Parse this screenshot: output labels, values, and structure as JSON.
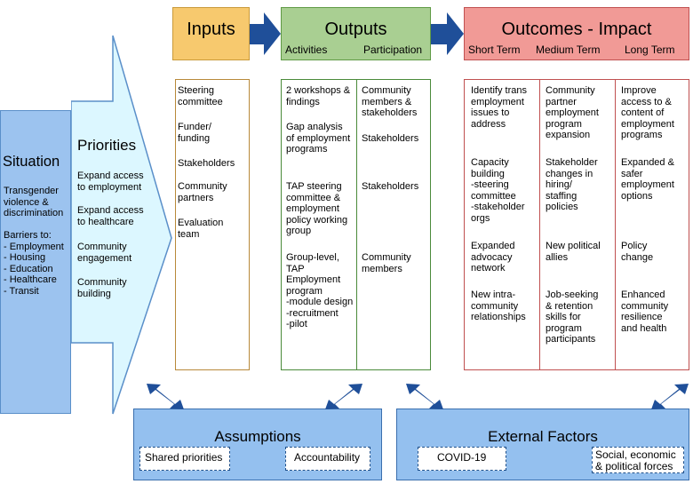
{
  "situation": {
    "title": "Situation",
    "text": "Transgender\nviolence &\ndiscrimination\n\nBarriers to:\n- Employment\n- Housing\n- Education\n- Healthcare\n- Transit"
  },
  "priorities": {
    "title": "Priorities",
    "items": [
      "Expand access\nto employment",
      "Expand access\nto healthcare",
      "Community\nengagement",
      "Community\nbuilding"
    ]
  },
  "headers": {
    "inputs": "Inputs",
    "outputs": "Outputs",
    "outputs_sub_activities": "Activities",
    "outputs_sub_participation": "Participation",
    "outcomes": "Outcomes - Impact",
    "outcomes_sub_short": "Short Term",
    "outcomes_sub_medium": "Medium Term",
    "outcomes_sub_long": "Long Term"
  },
  "inputs": [
    "Steering\ncommittee",
    "Funder/\nfunding",
    "Stakeholders",
    "Community\npartners",
    "Evaluation\nteam"
  ],
  "activities": [
    "2 workshops &\nfindings",
    "Gap analysis\nof employment\nprograms",
    "TAP steering\ncommittee &\nemployment\npolicy working\ngroup",
    "Group-level,\nTAP\nEmployment\nprogram\n-module design\n-recruitment\n-pilot"
  ],
  "participation": [
    "Community\nmembers &\nstakeholders",
    "Stakeholders",
    "Stakeholders",
    "Community\nmembers"
  ],
  "short_term": [
    "Identify trans\nemployment\nissues to\naddress",
    "Capacity\nbuilding\n-steering\ncommittee\n-stakeholder\norgs",
    "Expanded\nadvocacy\nnetwork",
    "New intra-\ncommunity\nrelationships"
  ],
  "medium_term": [
    "Community\npartner\nemployment\nprogram\nexpansion",
    "Stakeholder\nchanges in\nhiring/\nstaffing\npolicies",
    "New political\nallies",
    "Job-seeking\n& retention\nskills for\nprogram\nparticipants"
  ],
  "long_term": [
    "Improve\naccess to &\ncontent of\nemployment\nprograms",
    "Expanded &\nsafer\nemployment\noptions",
    "Policy\nchange",
    "Enhanced\ncommunity\nresilience\nand health"
  ],
  "assumptions": {
    "title": "Assumptions",
    "items": [
      "Shared priorities",
      "Accountability"
    ]
  },
  "external_factors": {
    "title": "External Factors",
    "items": [
      "COVID-19",
      "Social, economic\n& political forces"
    ]
  },
  "colors": {
    "inputs": "#f7c96e",
    "outputs": "#a9cf92",
    "outcomes": "#f19a96",
    "situation": "#9cc3ef",
    "priorities": "#dcf7ff",
    "arrows": "#1f4f99"
  }
}
